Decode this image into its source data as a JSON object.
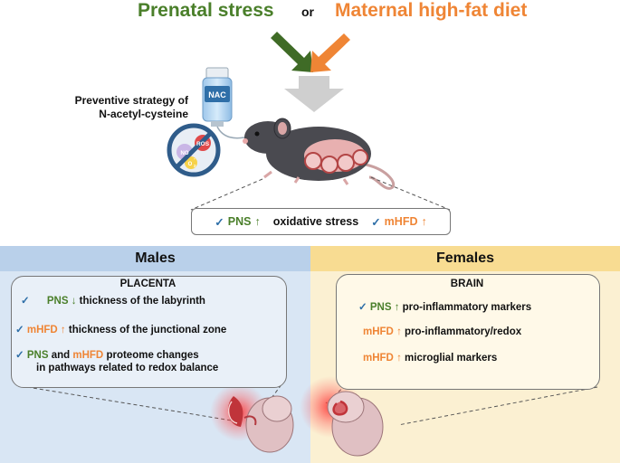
{
  "header": {
    "left_title": "Prenatal stress",
    "or": "or",
    "right_title": "Maternal high-fat diet"
  },
  "nac": {
    "label_line1": "Preventive strategy of",
    "label_line2": "N-acetyl-cysteine",
    "bottle_label": "NAC",
    "ros_label": "ROS",
    "no_label": "NO",
    "o2_label": "O",
    "o2_sub": "2",
    "o2_sup": "-"
  },
  "summary": {
    "check": "✓",
    "pns": "PNS",
    "up_arrow": "↑",
    "middle": "oxidative stress",
    "mhfd": "mHFD"
  },
  "males": {
    "header": "Males",
    "section": "PLACENTA",
    "items": [
      {
        "check": "✓",
        "tag": "PNS",
        "arrow": "↓",
        "text": "thickness of the labyrinth"
      },
      {
        "check": "✓",
        "tag": "mHFD",
        "arrow": "↑",
        "text": "thickness of the junctional zone"
      },
      {
        "check": "✓",
        "tag": "PNS",
        "and": "and",
        "tag2": "mHFD",
        "text": "proteome changes",
        "text2": "in pathways related to redox balance"
      }
    ]
  },
  "females": {
    "header": "Females",
    "section": "BRAIN",
    "items": [
      {
        "check": "✓",
        "tag": "PNS",
        "arrow": "↑",
        "text": "pro-inflammatory markers"
      },
      {
        "tag": "mHFD",
        "arrow": "↑",
        "text": "pro-inflammatory/redox"
      },
      {
        "tag": "mHFD",
        "arrow": "↑",
        "text": "microglial markers"
      }
    ]
  },
  "colors": {
    "pns_green": "#4a7f2a",
    "mhfd_orange": "#ef8535",
    "check_blue": "#2f6fa8",
    "males_bg": "#d9e6f4",
    "males_header": "#b9d0ea",
    "females_bg": "#fbf0d2",
    "females_header": "#f8dc92"
  }
}
